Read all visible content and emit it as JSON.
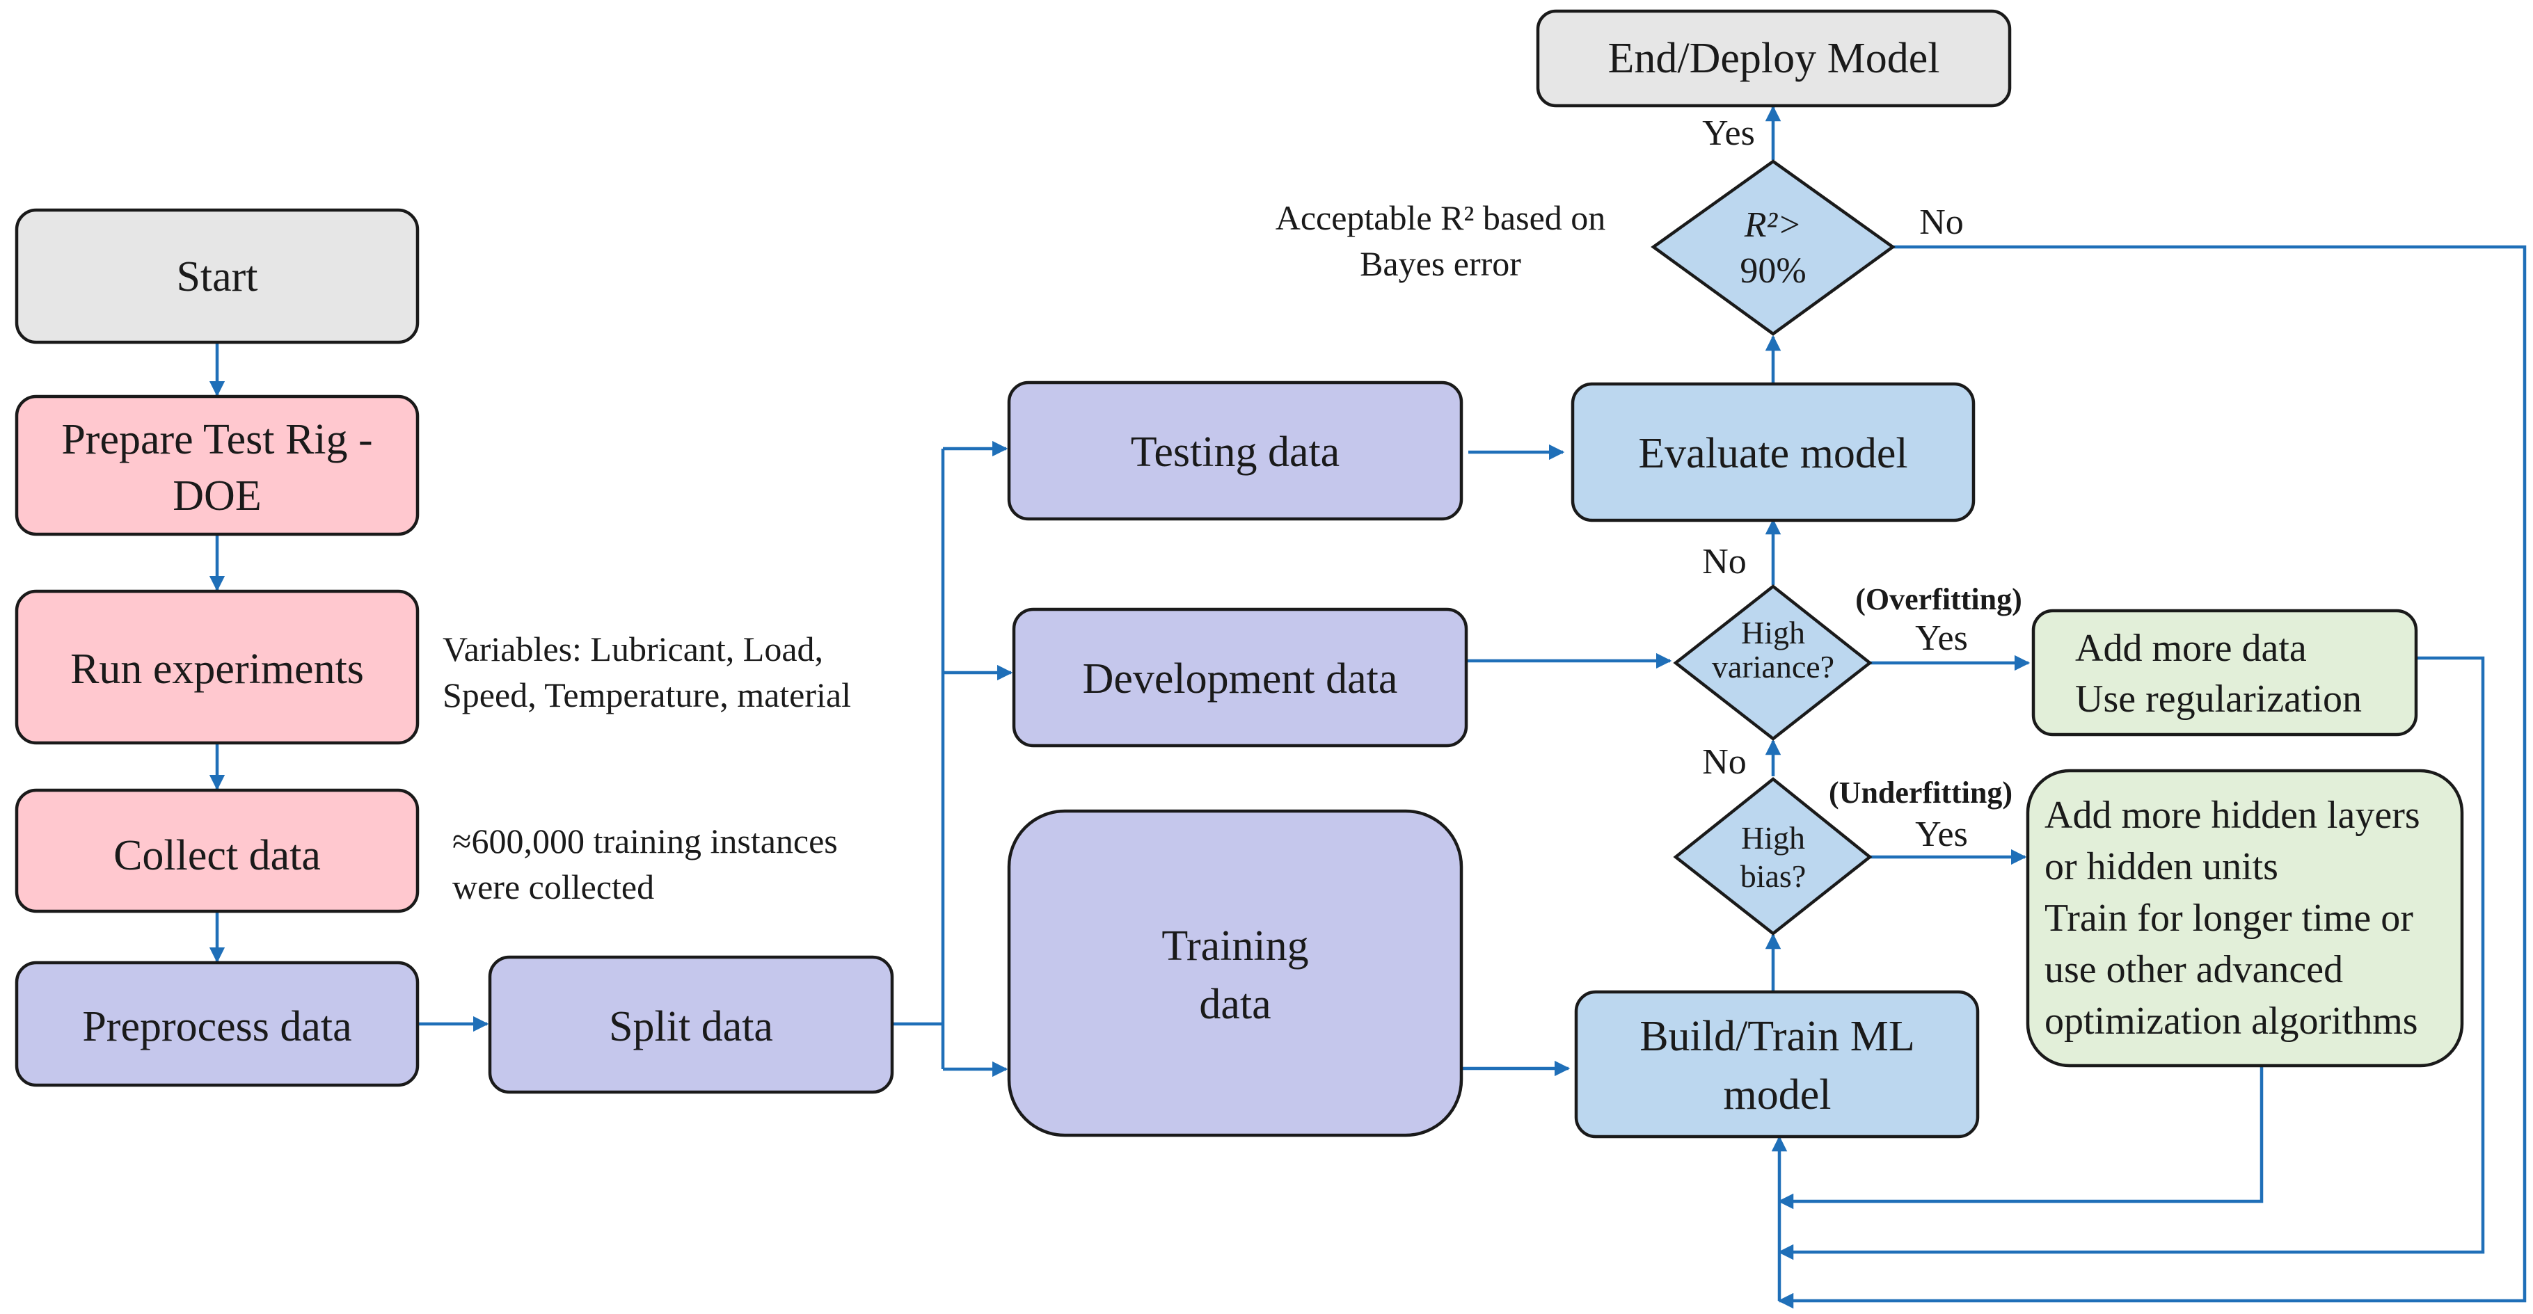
{
  "nodes": {
    "start": {
      "text": "Start",
      "fill": "#e6e6e6"
    },
    "prepare": {
      "line1": "Prepare Test Rig -",
      "line2": "DOE",
      "fill": "#ffc8cf"
    },
    "run": {
      "text": "Run experiments",
      "fill": "#ffc8cf"
    },
    "collect": {
      "text": "Collect data",
      "fill": "#ffc8cf"
    },
    "preprocess": {
      "text": "Preprocess data",
      "fill": "#c5c7ec"
    },
    "split": {
      "text": "Split data",
      "fill": "#c5c7ec"
    },
    "testing": {
      "text": "Testing data",
      "fill": "#c5c7ec"
    },
    "development": {
      "text": "Development data",
      "fill": "#c5c7ec"
    },
    "training": {
      "line1": "Training",
      "line2": "data",
      "fill": "#c5c7ec"
    },
    "evaluate": {
      "text": "Evaluate model",
      "fill": "#bcd7ef"
    },
    "build": {
      "line1": "Build/Train ML",
      "line2": "model",
      "fill": "#bcd7ef"
    },
    "end": {
      "text": "End/Deploy Model",
      "fill": "#e6e6e6"
    },
    "r2": {
      "line1": "R²>",
      "line2": "90%",
      "fill": "#bcd7ef"
    },
    "variance": {
      "line1": "High",
      "line2": "variance?",
      "fill": "#bcd7ef"
    },
    "bias": {
      "line1": "High",
      "line2": "bias?",
      "fill": "#bcd7ef"
    },
    "more_data": {
      "line1": "Add more data",
      "line2": "Use regularization",
      "fill": "#e2efd9"
    },
    "more_layers": {
      "line1": "Add more hidden layers",
      "line2": "or hidden units",
      "line3": "Train for longer time or",
      "line4": "use other advanced",
      "line5": "optimization algorithms",
      "fill": "#e2efd9"
    }
  },
  "notes": {
    "variables_line1": "Variables: Lubricant, Load,",
    "variables_line2": "Speed, Temperature, material",
    "instances_line1": "≈600,000 training instances",
    "instances_line2": "were collected",
    "acceptable_line1": "Acceptable R² based on",
    "acceptable_line2": "Bayes error"
  },
  "labels": {
    "yes_end": "Yes",
    "no_r2": "No",
    "no_variance": "No",
    "no_bias": "No",
    "overfitting": "(Overfitting)",
    "yes_overfitting": "Yes",
    "underfitting": "(Underfitting)",
    "yes_underfitting": "Yes"
  },
  "colors": {
    "edge": "#1f6fb8",
    "outline": "#1a1a1a"
  }
}
